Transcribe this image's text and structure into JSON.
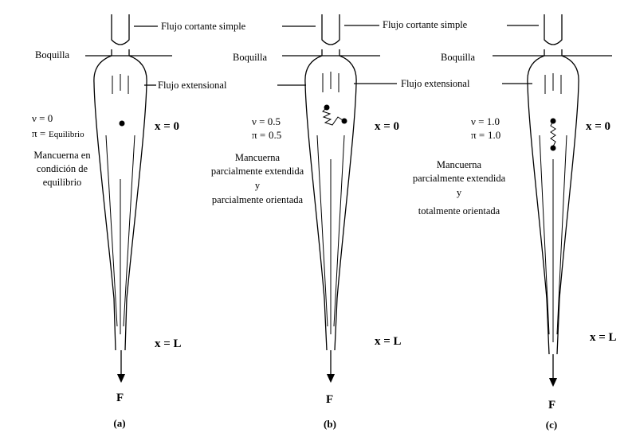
{
  "labels": {
    "simple_shear": "Flujo cortante simple",
    "nozzle": "Boquilla",
    "extensional": "Flujo extensional",
    "x_zero": "x = 0",
    "x_L": "x = L",
    "force": "F"
  },
  "panels": [
    {
      "caption": "(a)",
      "nu": "ν = 0",
      "pi_symbol": "π =",
      "pi_value": "Equilibrio",
      "description": [
        "Mancuerna en",
        "condición de",
        "equilibrio"
      ]
    },
    {
      "caption": "(b)",
      "nu": "ν = 0.5",
      "pi_symbol": "π =",
      "pi_value": "0.5",
      "description": [
        "Mancuerna",
        "parcialmente extendida",
        "y",
        "parcialmente orientada"
      ]
    },
    {
      "caption": "(c)",
      "nu": "ν = 1.0",
      "pi_symbol": "π =",
      "pi_value": "1.0",
      "description": [
        "Mancuerna",
        "parcialmente extendida",
        "y",
        "totalmente orientada"
      ]
    }
  ]
}
